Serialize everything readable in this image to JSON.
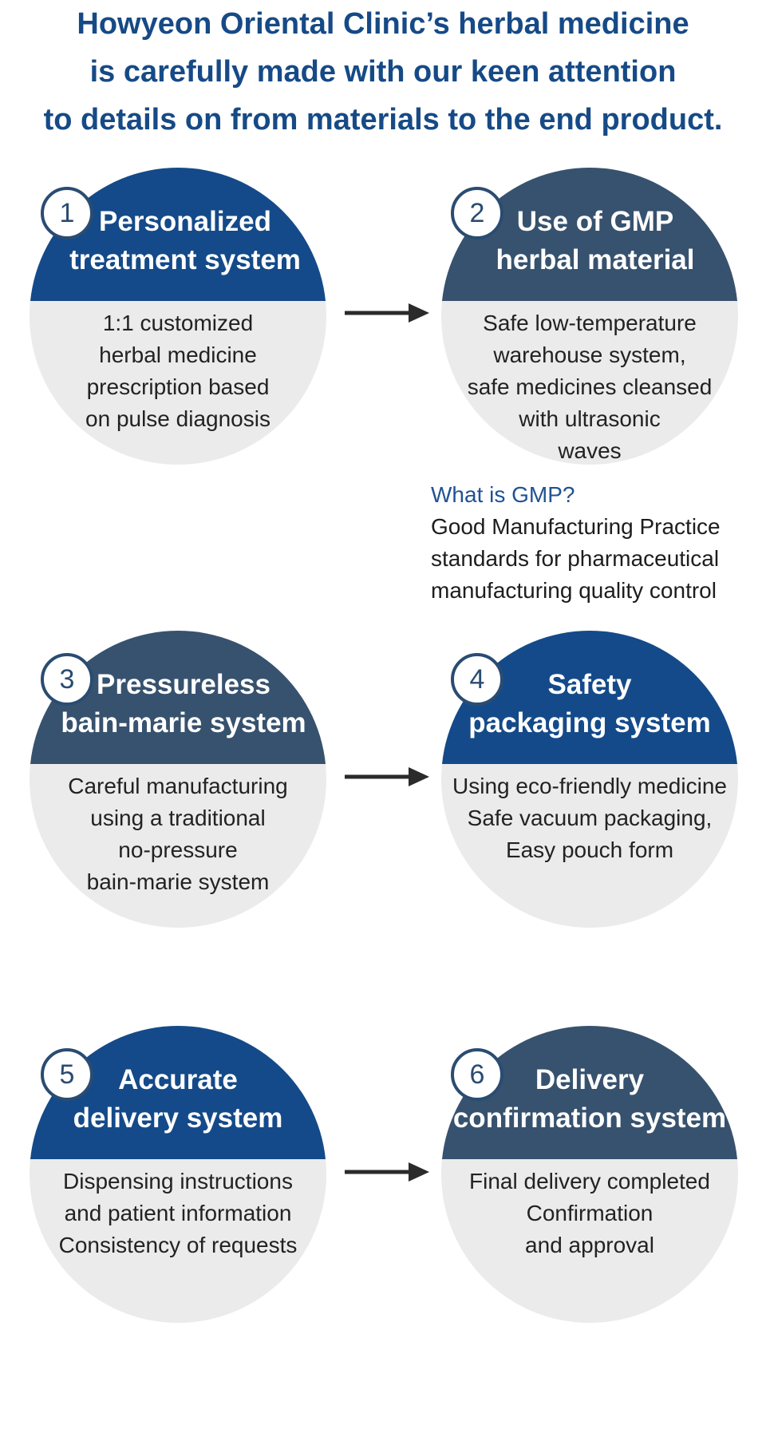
{
  "headline": [
    "Howyeon Oriental Clinic’s herbal medicine",
    "is carefully made with our keen attention",
    "to details on from materials to the end product."
  ],
  "colors": {
    "title_blue": "#164a86",
    "blue_cap": "#144a89",
    "slate_cap": "#37526e",
    "body_gray": "#ebebeb"
  },
  "steps": [
    {
      "number": "1",
      "title": [
        "Personalized",
        "treatment system"
      ],
      "cap_color": "#144a89",
      "body": [
        "1:1 customized",
        "herbal medicine",
        "prescription based",
        "on pulse diagnosis"
      ]
    },
    {
      "number": "2",
      "title": [
        "Use of GMP",
        "herbal material"
      ],
      "cap_color": "#37526e",
      "body": [
        "Safe low-temperature",
        "warehouse system,",
        "safe medicines cleansed",
        "with ultrasonic",
        "waves"
      ]
    },
    {
      "number": "3",
      "title": [
        "Pressureless",
        "bain-marie system"
      ],
      "cap_color": "#37526e",
      "body": [
        "Careful manufacturing",
        "using a traditional",
        "no-pressure",
        "bain-marie system"
      ]
    },
    {
      "number": "4",
      "title": [
        "Safety",
        "packaging system"
      ],
      "cap_color": "#144a89",
      "body": [
        "Using eco-friendly medicine",
        "Safe vacuum packaging,",
        "Easy pouch form"
      ]
    },
    {
      "number": "5",
      "title": [
        "Accurate",
        "delivery system"
      ],
      "cap_color": "#144a89",
      "body": [
        "Dispensing instructions",
        "and patient information",
        "Consistency of requests"
      ]
    },
    {
      "number": "6",
      "title": [
        "Delivery",
        "confirmation system"
      ],
      "cap_color": "#37526e",
      "body": [
        "Final delivery completed",
        "Confirmation",
        "and approval"
      ]
    }
  ],
  "gmp_note": {
    "question": "What is GMP?",
    "answer": [
      "Good Manufacturing Practice",
      "standards for pharmaceutical",
      "manufacturing quality control"
    ]
  }
}
